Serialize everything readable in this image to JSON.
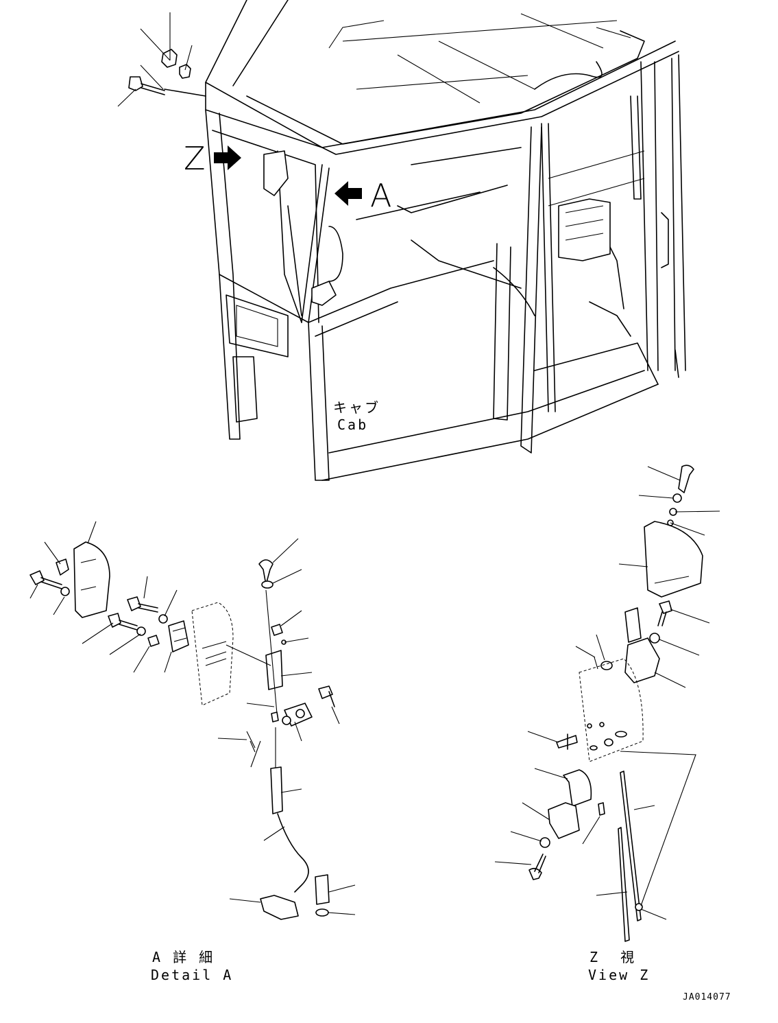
{
  "labels": {
    "arrow_z": "Z",
    "arrow_a": "A",
    "cab_jp": "キャブ",
    "cab_en": "Cab",
    "detail_a_jp": "A 詳 細",
    "detail_a_en": "Detail A",
    "view_z_jp": "Z  視",
    "view_z_en": "View Z",
    "figure_id": "JA014077"
  }
}
